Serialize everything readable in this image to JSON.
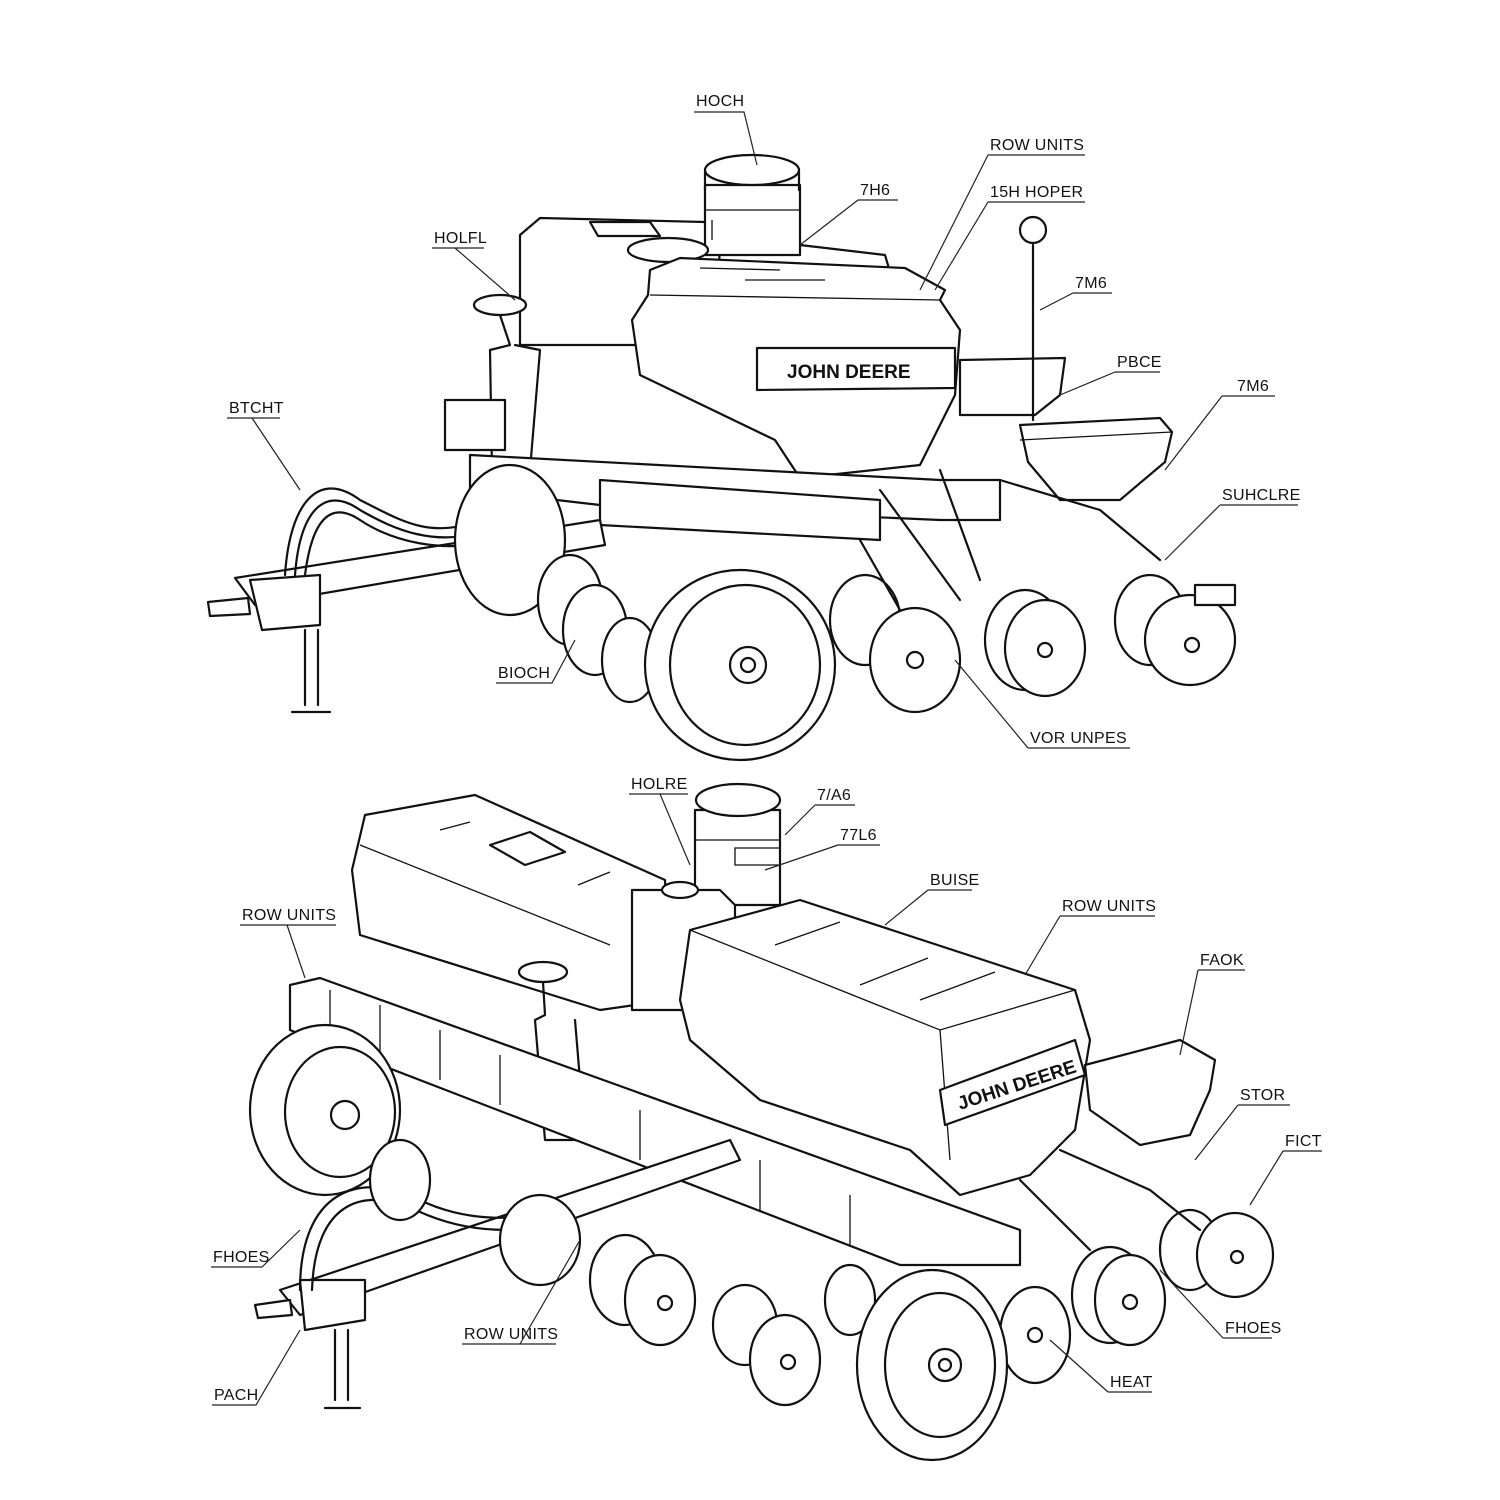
{
  "top_diagram": {
    "brand": "JOHN DEERE",
    "labels": [
      "HOCH",
      "ROW UNITS",
      "7H6",
      "15H HOPER",
      "HOLFL",
      "7M6",
      "PBCE",
      "BTCHT",
      "7M6",
      "SUHCLRE",
      "BIOCH",
      "VOR UNPES"
    ]
  },
  "bottom_diagram": {
    "brand": "JOHN DEERE",
    "labels": [
      "HOLRE",
      "7/A6",
      "77L6",
      "BUISE",
      "ROW UNITS",
      "ROW UNITS",
      "FAOK",
      "STOR",
      "FICT",
      "FHOES",
      "ROW UNITS",
      "FHOES",
      "PACH",
      "HEAT"
    ]
  }
}
